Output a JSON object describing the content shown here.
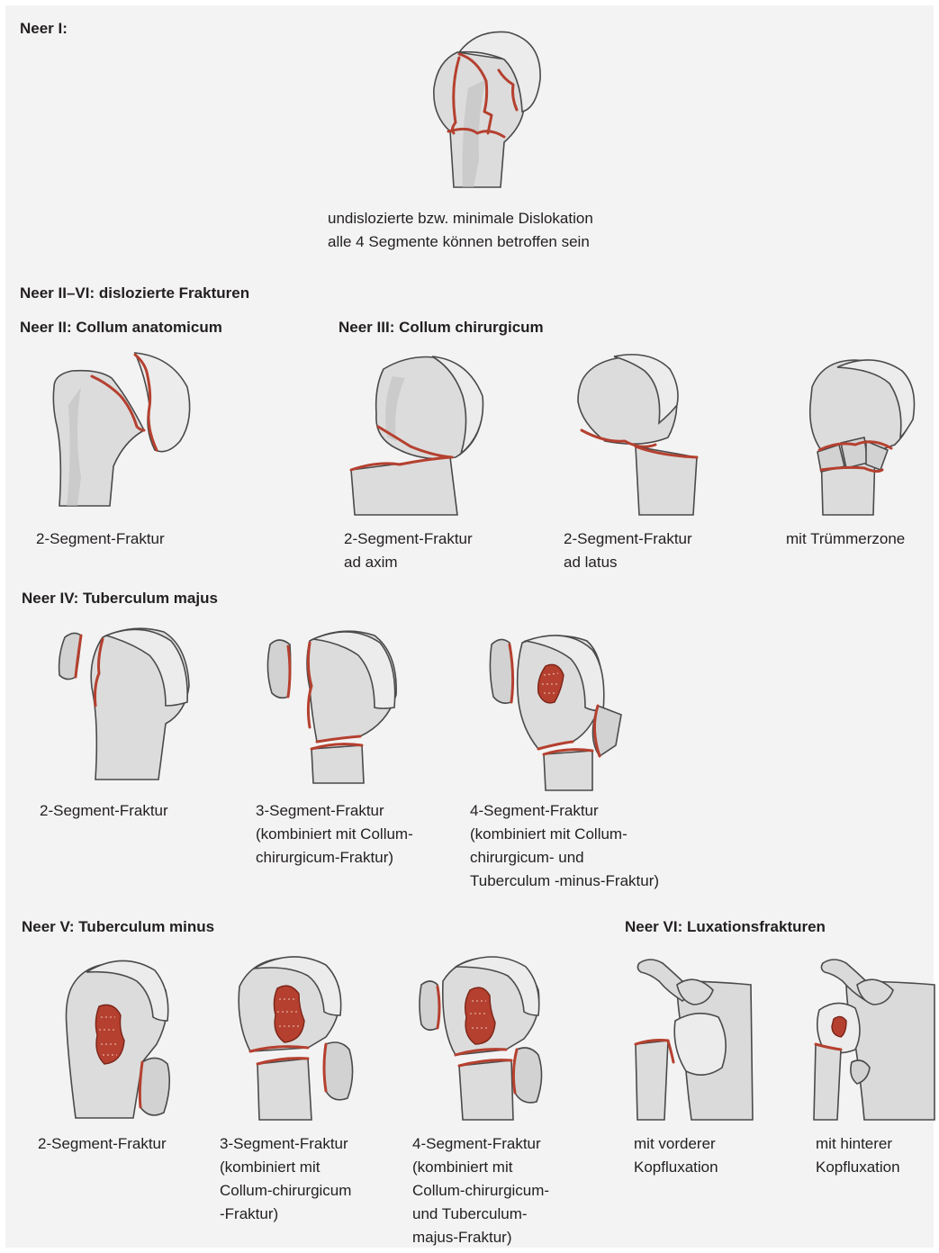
{
  "sections": {
    "neer1": "Neer I:",
    "neer2to6": "Neer II–VI: dislozierte Frakturen",
    "neer2": "Neer II: Collum anatomicum",
    "neer3": "Neer III: Collum chirurgicum",
    "neer4": "Neer IV: Tuberculum majus",
    "neer5": "Neer V: Tuberculum minus",
    "neer6": "Neer VI:  Luxationsfrakturen"
  },
  "captions": {
    "n1": [
      "undislozierte bzw. minimale Dislokation",
      "alle 4 Segmente können betroffen sein"
    ],
    "n2": [
      "2-Segment-Fraktur"
    ],
    "n3a": [
      "2-Segment-Fraktur",
      "ad axim"
    ],
    "n3b": [
      "2-Segment-Fraktur",
      "ad latus"
    ],
    "n3c": [
      "mit Trümmerzone"
    ],
    "n4a": [
      "2-Segment-Fraktur"
    ],
    "n4b": [
      "3-Segment-Fraktur",
      "(kombiniert mit Collum-",
      "chirurgicum-Fraktur)"
    ],
    "n4c": [
      "4-Segment-Fraktur",
      "(kombiniert mit Collum-",
      "chirurgicum- und",
      "Tuberculum -minus-Fraktur)"
    ],
    "n5a": [
      "2-Segment-Fraktur"
    ],
    "n5b": [
      "3-Segment-Fraktur",
      "(kombiniert mit",
      "Collum-chirurgicum",
      "-Fraktur)"
    ],
    "n5c": [
      "4-Segment-Fraktur",
      "(kombiniert mit",
      "Collum-chirurgicum-",
      "und Tuberculum-",
      "majus-Fraktur)"
    ],
    "n6a": [
      "mit vorderer",
      "Kopfluxation"
    ],
    "n6b": [
      "mit hinterer",
      "Kopfluxation"
    ]
  },
  "colors": {
    "fracture": "#b5402f",
    "bone": "#dcdcdc",
    "background": "#f3f3f3"
  }
}
